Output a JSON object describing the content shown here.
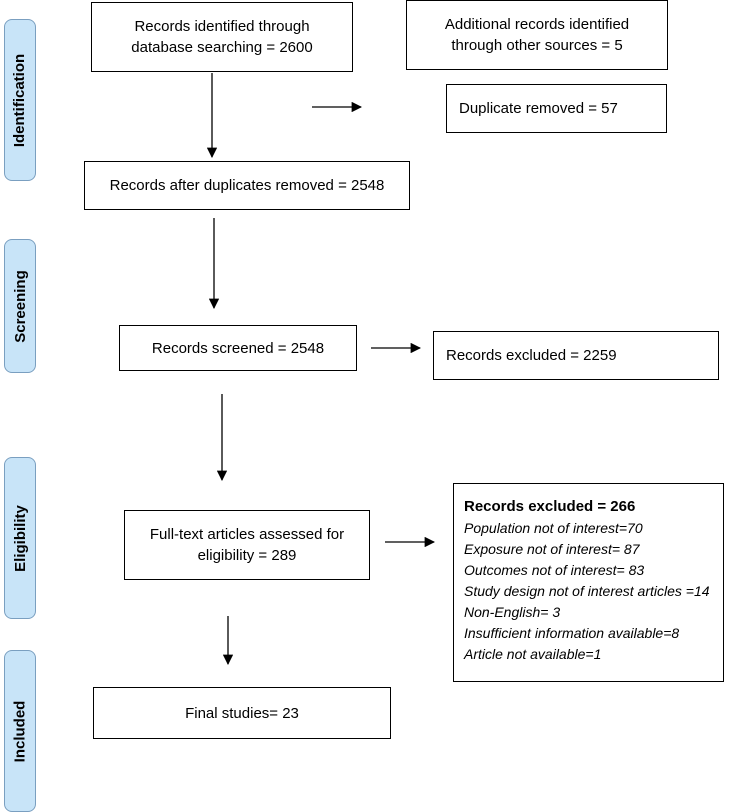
{
  "phases": {
    "identification": "Identification",
    "screening": "Screening",
    "eligibility": "Eligibility",
    "included": "Included"
  },
  "boxes": {
    "database_search": [
      "Records identified through",
      "database searching = 2600"
    ],
    "other_sources": [
      "Additional records identified",
      "through other sources = 5"
    ],
    "duplicates_removed": "Duplicate removed = 57",
    "after_duplicates": "Records after duplicates removed = 2548",
    "screened": "Records screened = 2548",
    "excluded_screening": "Records excluded = 2259",
    "fulltext": [
      "Full-text articles assessed for",
      "eligibility = 289"
    ],
    "final": "Final studies= 23"
  },
  "eligibility_exclusions": {
    "title": "Records excluded = 266",
    "reasons": [
      "Population not of interest=70",
      "Exposure not of interest= 87",
      "Outcomes not of interest= 83",
      "Study design not of interest articles =14",
      "Non-English= 3",
      "Insufficient information available=8",
      "Article not available=1"
    ]
  }
}
